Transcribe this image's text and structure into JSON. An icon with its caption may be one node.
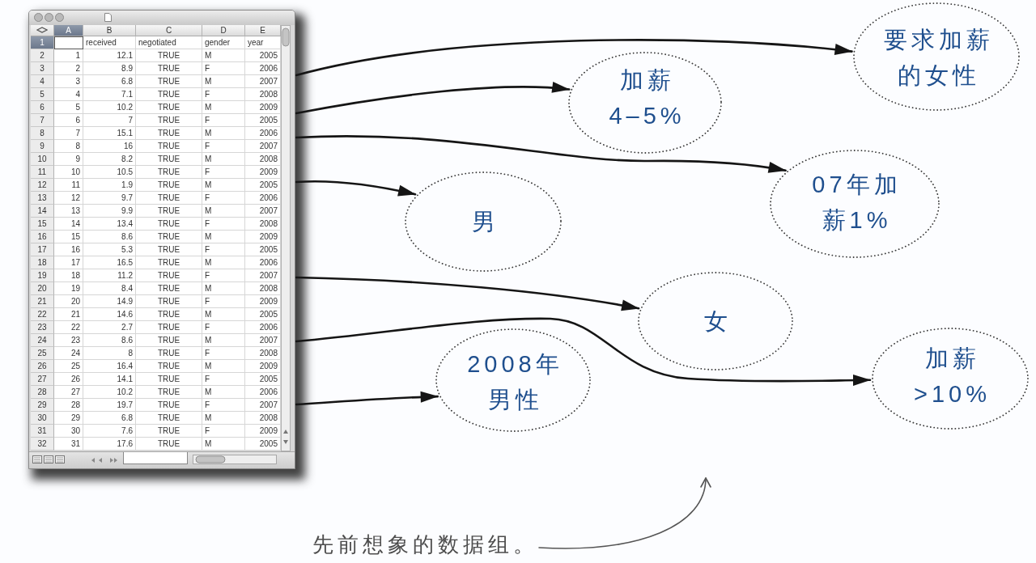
{
  "diagram": {
    "nodes": [
      {
        "text": [],
        "shape": "picture"
      },
      {
        "text": [
          "要求加薪的女性"
        ]
      },
      {
        "text": [
          "加薪4–5%"
        ]
      },
      {
        "text": [
          "男"
        ]
      },
      {
        "text": [
          "07年加薪1%"
        ]
      },
      {
        "text": [
          "女"
        ]
      },
      {
        "text": [
          "2008年男性"
        ]
      },
      {
        "text": [
          "加薪>10%"
        ]
      },
      {
        "text": [
          "先前想象的数据组。"
        ]
      }
    ],
    "edges": [
      {
        "from": 0,
        "to": 1,
        "arrow": "to"
      },
      {
        "from": 0,
        "to": 2,
        "arrow": "to"
      },
      {
        "from": 0,
        "to": 4,
        "arrow": "to"
      },
      {
        "from": 0,
        "to": 3,
        "arrow": "to"
      },
      {
        "from": 0,
        "to": 5,
        "arrow": "to"
      },
      {
        "from": 0,
        "to": 7,
        "arrow": "to"
      },
      {
        "from": 0,
        "to": 6,
        "arrow": "to"
      },
      {
        "from": 8,
        "to": null,
        "arrow": "to",
        "color": "#555555"
      }
    ],
    "labels": [
      "A",
      "B",
      "C",
      "D",
      "E",
      "1",
      "received",
      "negotiated",
      "gender",
      "year",
      "2",
      "1",
      "12.1",
      "TRUE",
      "M",
      "2005",
      "3",
      "2",
      "8.9",
      "TRUE",
      "F",
      "2006",
      "4",
      "3",
      "6.8",
      "TRUE",
      "M",
      "2007",
      "5",
      "4",
      "7.1",
      "TRUE",
      "F",
      "2008",
      "6",
      "5",
      "10.2",
      "TRUE",
      "M",
      "2009",
      "7",
      "6",
      "7",
      "TRUE",
      "F",
      "2005",
      "8",
      "7",
      "15.1",
      "TRUE",
      "M",
      "2006",
      "9",
      "8",
      "16",
      "TRUE",
      "F",
      "2007",
      "10",
      "9",
      "8.2",
      "TRUE",
      "M",
      "2008",
      "11",
      "10",
      "10.5",
      "TRUE",
      "F",
      "2009",
      "12",
      "11",
      "1.9",
      "TRUE",
      "M",
      "2005",
      "13",
      "12",
      "9.7",
      "TRUE",
      "F",
      "2006",
      "14",
      "13",
      "9.9",
      "TRUE",
      "M",
      "2007",
      "15",
      "14",
      "13.4",
      "TRUE",
      "F",
      "2008",
      "16",
      "15",
      "8.6",
      "TRUE",
      "M",
      "2009",
      "17",
      "16",
      "5.3",
      "TRUE",
      "F",
      "2005",
      "18",
      "17",
      "16.5",
      "TRUE",
      "M",
      "2006",
      "19",
      "18",
      "11.2",
      "TRUE",
      "F",
      "2007",
      "20",
      "19",
      "8.4",
      "TRUE",
      "M",
      "2008",
      "21",
      "20",
      "14.9",
      "TRUE",
      "F",
      "2009",
      "22",
      "21",
      "14.6",
      "TRUE",
      "M",
      "2005",
      "23",
      "22",
      "2.7",
      "TRUE",
      "F",
      "2006",
      "24",
      "23",
      "8.6",
      "TRUE",
      "M",
      "2007",
      "25",
      "24",
      "8",
      "TRUE",
      "F",
      "2008",
      "26",
      "25",
      "16.4",
      "TRUE",
      "M",
      "2009",
      "27",
      "26",
      "14.1",
      "TRUE",
      "F",
      "2005",
      "28",
      "27",
      "10.2",
      "TRUE",
      "M",
      "2006",
      "29",
      "28",
      "19.7",
      "TRUE",
      "F",
      "2007",
      "30",
      "29",
      "6.8",
      "TRUE",
      "M",
      "2008",
      "31",
      "30",
      "7.6",
      "TRUE",
      "F",
      "2009",
      "32",
      "31",
      "17.6",
      "TRUE",
      "M",
      "2005"
    ]
  }
}
